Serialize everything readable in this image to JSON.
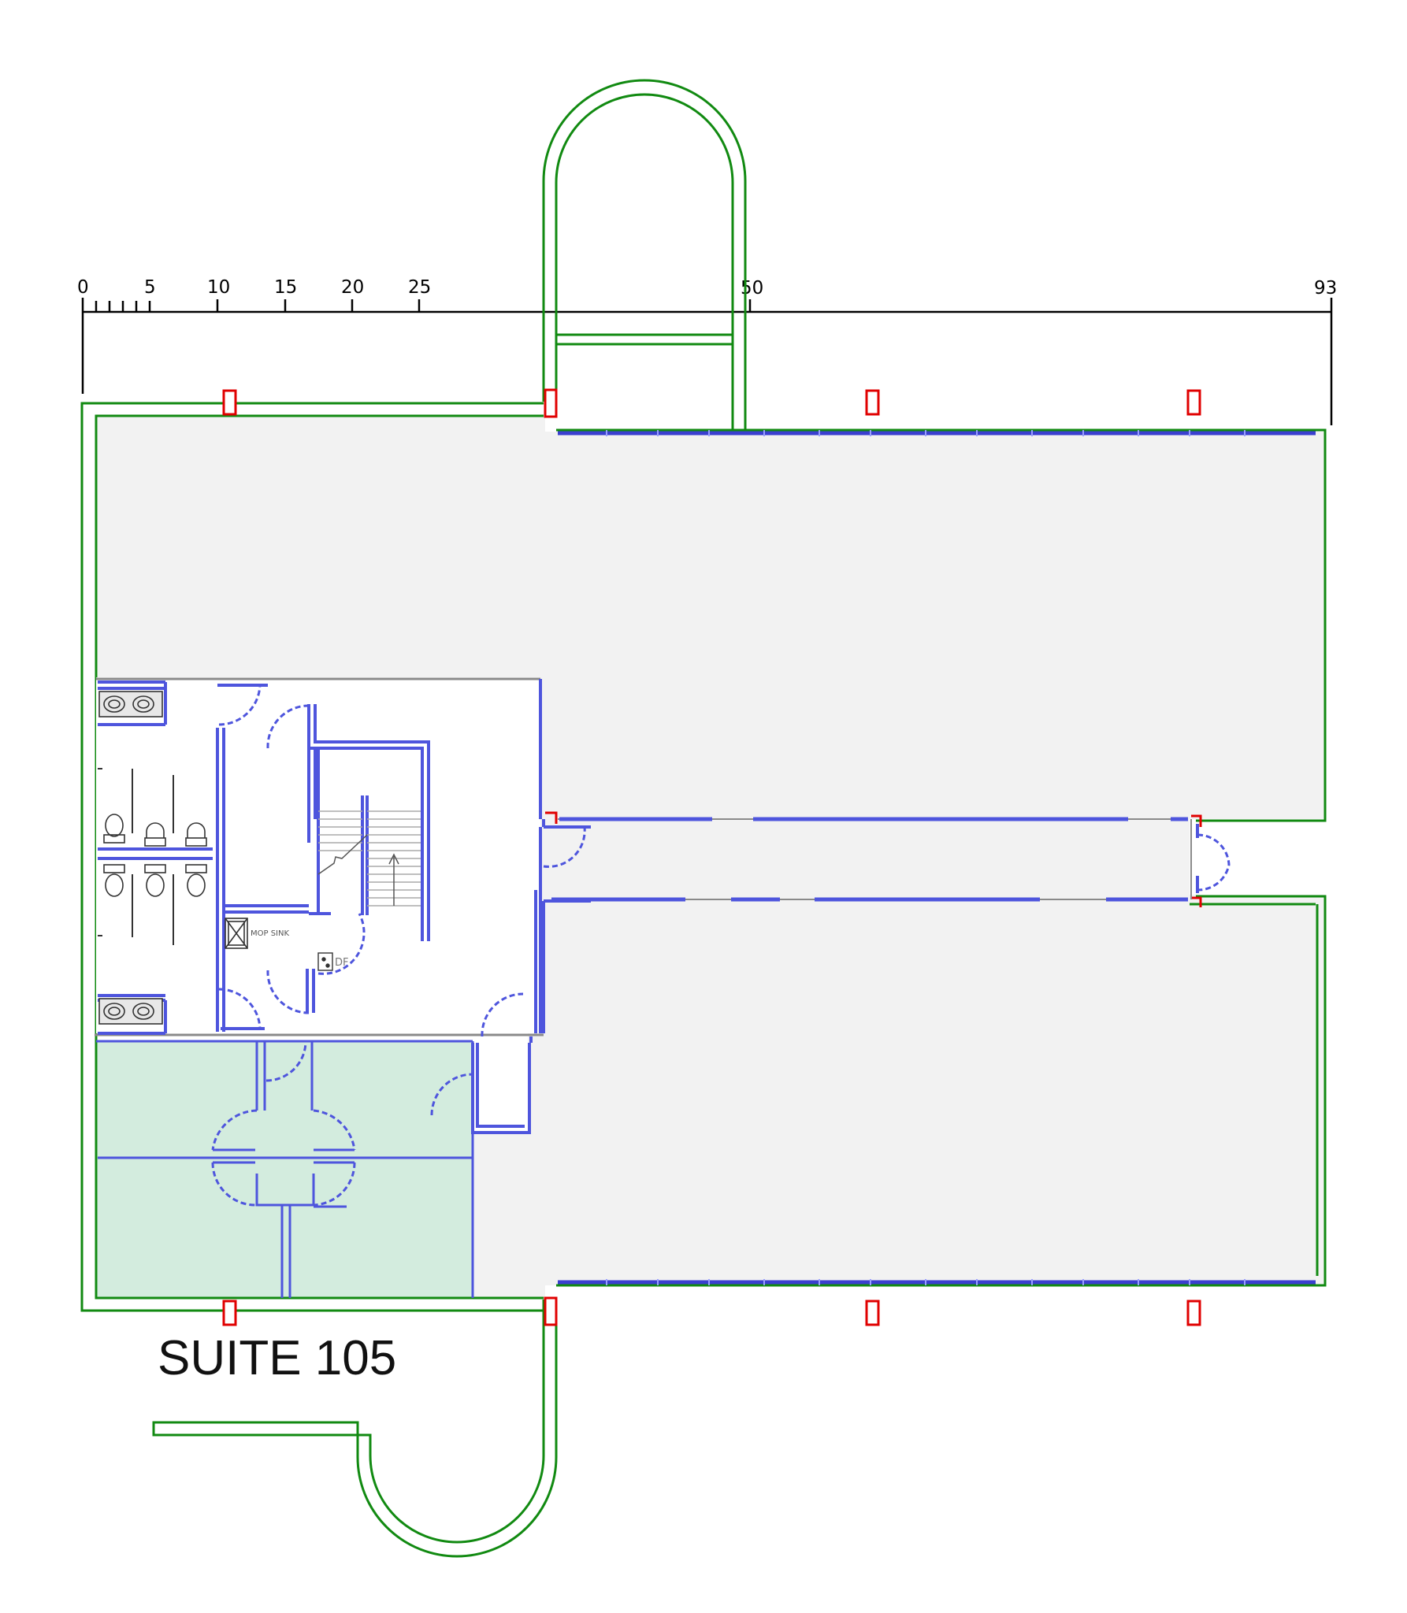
{
  "plan": {
    "suite_label": "SUITE 105",
    "scale": {
      "ticks": [
        "0",
        "5",
        "10",
        "15",
        "20",
        "25",
        "50",
        "93"
      ]
    },
    "fixtures": {
      "mop_sink": "MOP SINK",
      "drinking_fountain": "DF"
    },
    "colors": {
      "exterior_wall": "#118a11",
      "interior_wall": "#4e55dd",
      "window_strip": "#3a3fcf",
      "column": "#e00000",
      "open_space_fill": "#f2f2f2",
      "suite_fill": "#d3ecde",
      "scale_line": "#000000"
    }
  }
}
